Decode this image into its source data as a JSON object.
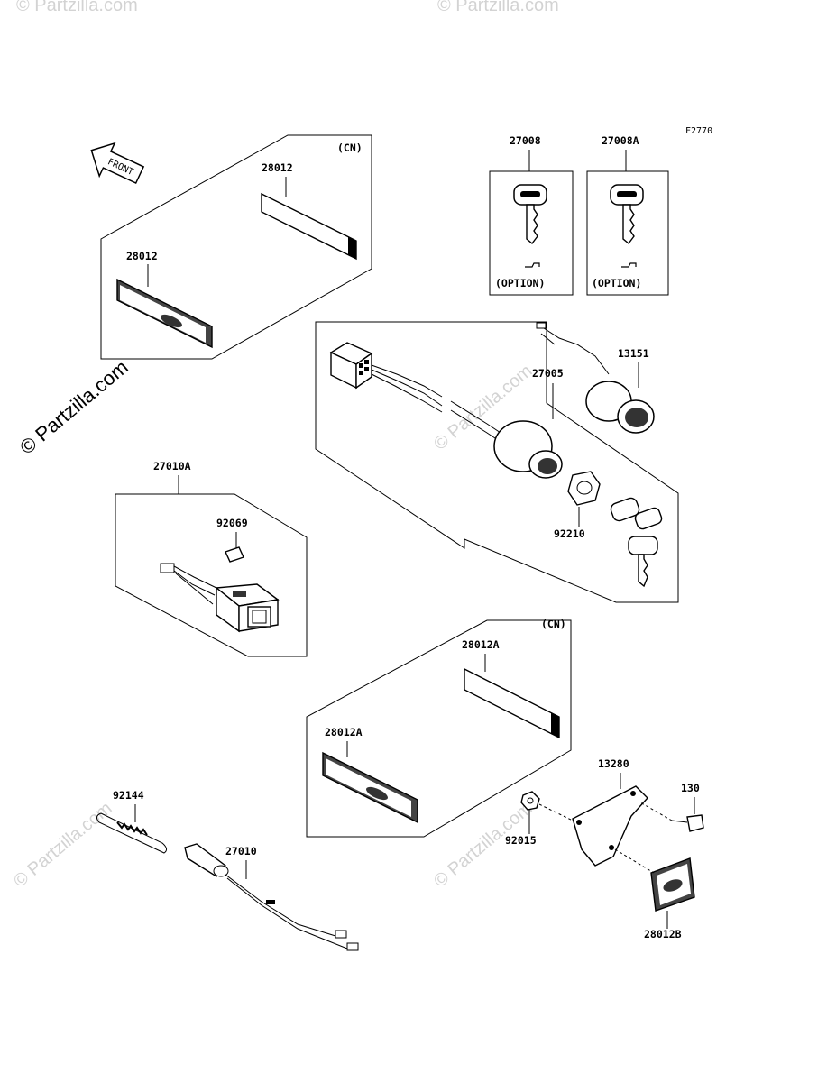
{
  "figure_code": "F2770",
  "front_label": "FRONT",
  "region_cn": "(CN)",
  "option_label": "(OPTION)",
  "watermark": "© Partzilla.com",
  "parts": {
    "p28012_top": "28012",
    "p28012_left": "28012",
    "p27008": "27008",
    "p27008A": "27008A",
    "p13151": "13151",
    "p27005": "27005",
    "p92210": "92210",
    "p27010A": "27010A",
    "p92069": "92069",
    "p28012A_top": "28012A",
    "p28012A_left": "28012A",
    "p13280": "13280",
    "p130": "130",
    "p92015": "92015",
    "p28012B": "28012B",
    "p92144": "92144",
    "p27010": "27010"
  }
}
